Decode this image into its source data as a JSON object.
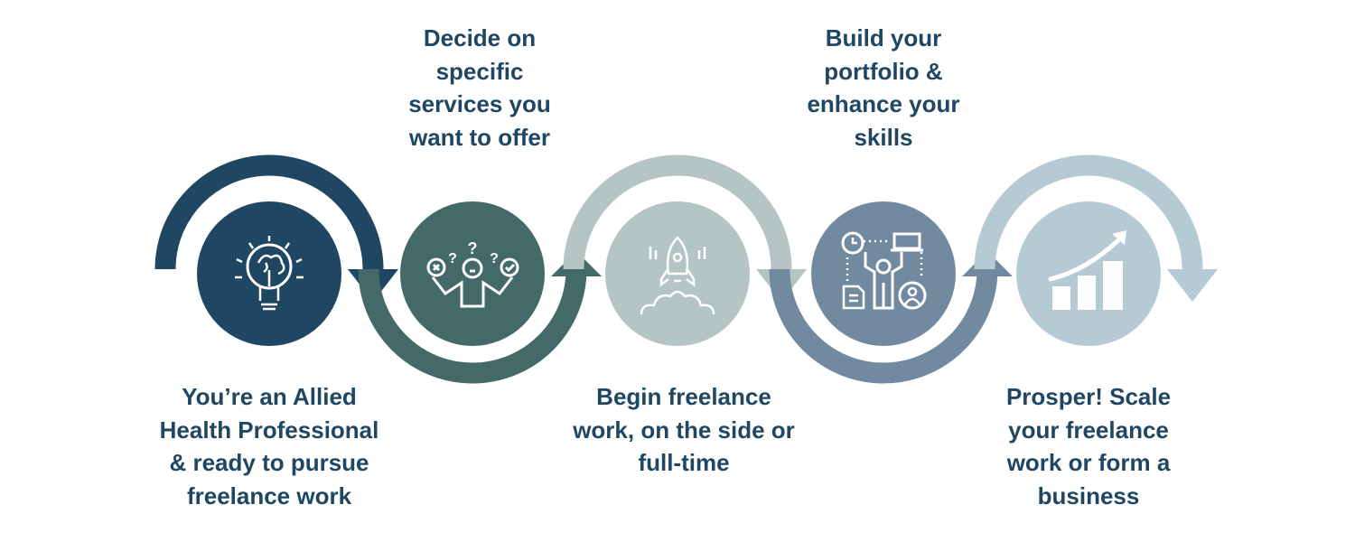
{
  "title": "Freelance journey for Allied Health Professionals",
  "colors": {
    "text": "#1f4662",
    "step1": "#1f4662",
    "step2": "#436a68",
    "step3": "#b4c5c3",
    "step4": "#728aa0",
    "step5": "#b6cad6",
    "icon": "#ffffff"
  },
  "steps": [
    {
      "icon": "lightbulb-brain-icon",
      "lines": [
        "You’re an Allied",
        "Health Professional",
        "& ready to pursue",
        "freelance work"
      ]
    },
    {
      "icon": "person-deciding-icon",
      "lines": [
        "Decide on",
        "specific",
        "services you",
        "want to offer"
      ]
    },
    {
      "icon": "rocket-launch-icon",
      "lines": [
        "Begin freelance",
        "work, on the side or",
        "full-time"
      ]
    },
    {
      "icon": "person-portfolio-icon",
      "lines": [
        "Build your",
        "portfolio &",
        "enhance your",
        "skills"
      ]
    },
    {
      "icon": "growth-chart-icon",
      "lines": [
        "Prosper! Scale",
        "your freelance",
        "work or form a",
        "business"
      ]
    }
  ]
}
